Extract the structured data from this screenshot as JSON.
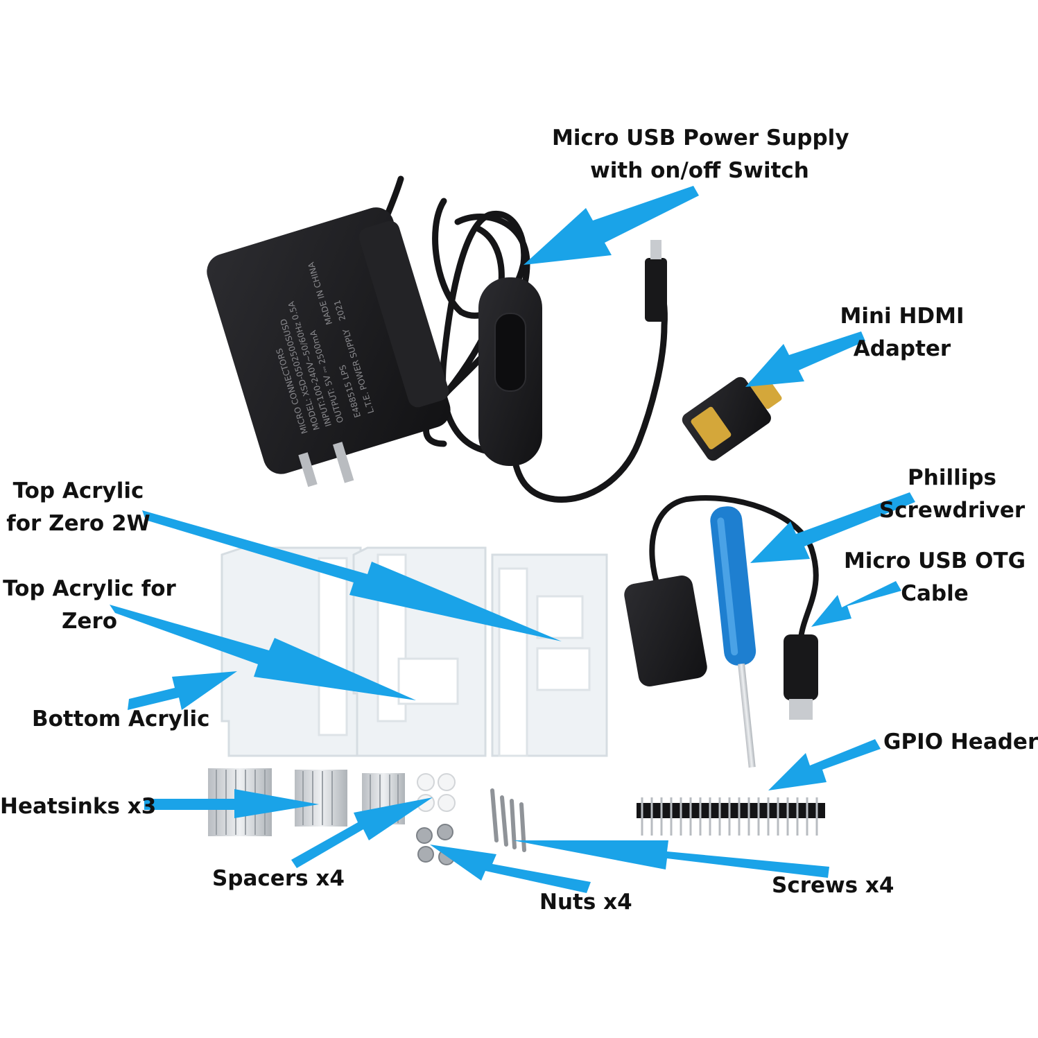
{
  "labels": {
    "power_supply": {
      "line1": "Micro USB Power Supply",
      "line2": "with on/off Switch"
    },
    "mini_hdmi": {
      "line1": "Mini HDMI",
      "line2": "Adapter"
    },
    "top_acrylic_zero2w": {
      "line1": "Top Acrylic",
      "line2": "for Zero 2W"
    },
    "phillips": {
      "line1": "Phillips",
      "line2": "Screwdriver"
    },
    "top_acrylic_zero": {
      "line1": "Top Acrylic for",
      "line2": "Zero"
    },
    "otg_cable": {
      "line1": "Micro USB OTG",
      "line2": "Cable"
    },
    "bottom_acrylic": "Bottom Acrylic",
    "gpio_header": "GPIO Header",
    "heatsinks": "Heatsinks x3",
    "spacers": "Spacers x4",
    "screws": "Screws x4",
    "nuts": "Nuts x4"
  },
  "adapter_print": {
    "brand": "MICRO CONNECTORS",
    "model": "MODEL: XSD-0502500SUSD",
    "input": "INPUT:100-240V~50/60Hz 0.5A",
    "output": "OUTPUT: 5V ⎓ 2500mA",
    "origin": "MADE IN CHINA",
    "maker": "L.T.E. POWER SUPPLY",
    "year": "2021",
    "listing": "E488515 LPS"
  },
  "colors": {
    "arrow": "#1aa3e8",
    "device_black": "#1b1b1d",
    "acrylic": "#e9eef1",
    "metal": "#c9ccd0",
    "screwdriver": "#1e7fd0",
    "gold": "#d4a73a"
  }
}
